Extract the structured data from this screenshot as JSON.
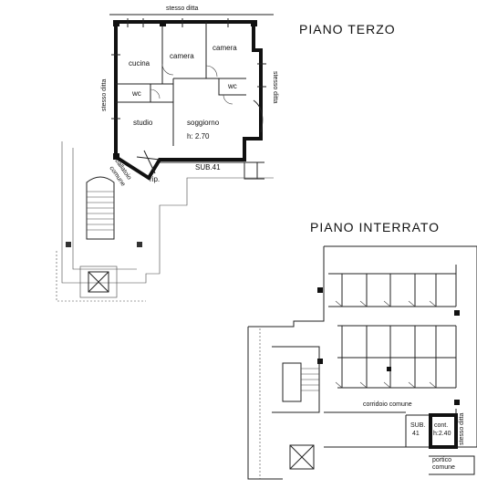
{
  "titles": {
    "upper_floor": "PIANO TERZO",
    "basement": "PIANO INTERRATO"
  },
  "upper_floor": {
    "rooms": {
      "cucina": "cucina",
      "camera_1": "camera",
      "camera_2": "camera",
      "wc_1": "wc",
      "wc_2": "wc",
      "studio": "studio",
      "soggiorno": "soggiorno",
      "height": "h: 2.70",
      "rip": "rip.",
      "sub": "SUB.41"
    },
    "neighbors": {
      "top": "stesso ditta",
      "left": "stesso ditta",
      "right": "stesso ditta"
    },
    "corridor": {
      "line1": "ballatoio",
      "line2": "comune"
    }
  },
  "basement": {
    "corridor": "corridoio comune",
    "sub_line1": "SUB.",
    "sub_line2": "41",
    "cont_line1": "cont.",
    "cont_line2": "h:2.40",
    "neighbor": "stesso ditta",
    "portico_line1": "portico",
    "portico_line2": "comune"
  }
}
